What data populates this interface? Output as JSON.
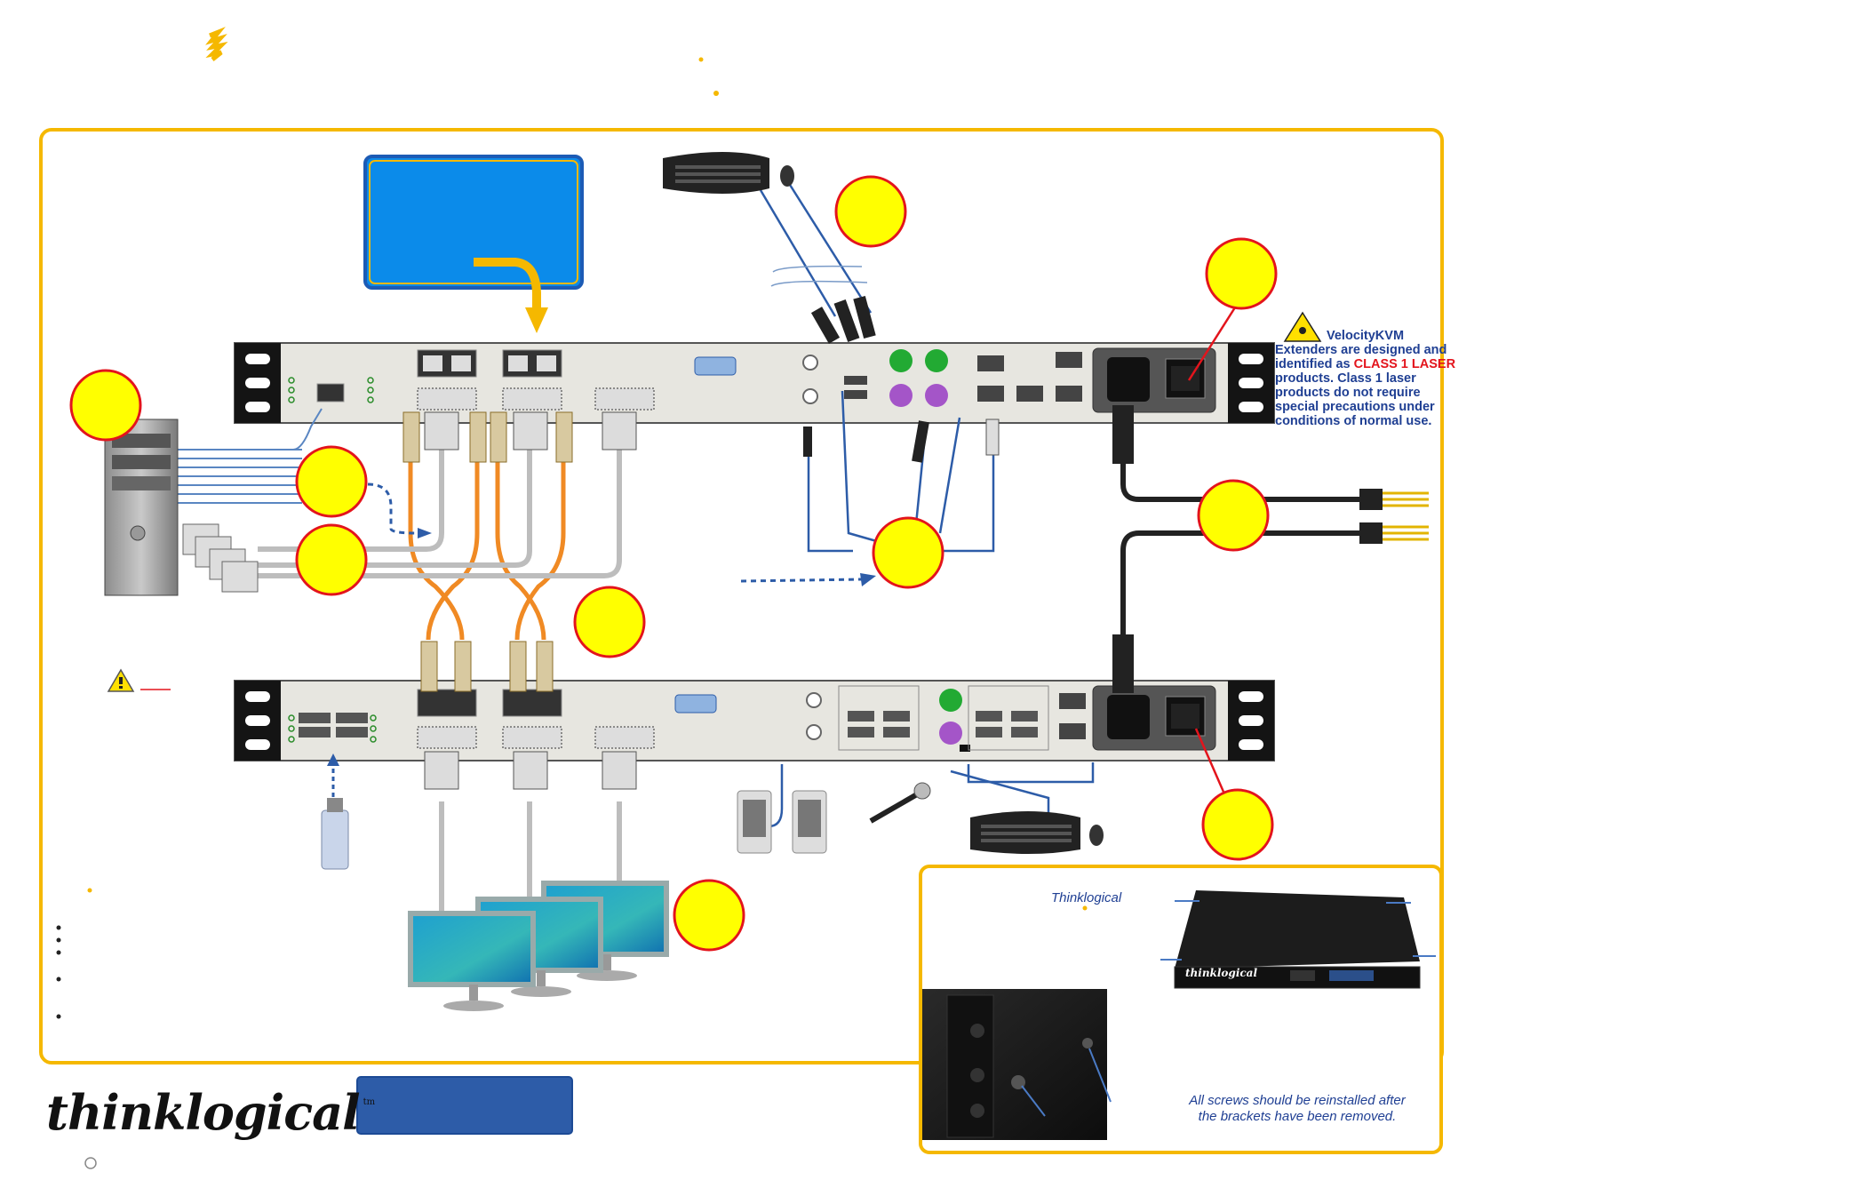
{
  "brand": {
    "logo_text": "thinklogical",
    "trademark": "tm"
  },
  "laser_notice": {
    "product": "VelocityKVM",
    "line1": "Extenders are designed and",
    "line2_prefix": "identified as",
    "line2_highlight": "CLASS 1 LASER",
    "line3": "products.  Class 1 laser",
    "line4": "products do not require",
    "line5": "special precautions under",
    "line6": "conditions of normal use."
  },
  "inset": {
    "brand_label": "Thinklogical",
    "device_label": "thinklogical",
    "note_line1": "All screws should be reinstalled after",
    "note_line2": "the brackets have been removed."
  },
  "colors": {
    "frame": "#f5b800",
    "callout": "#ffff00",
    "callout_border": "#e3141c",
    "fiber": "#f08a24",
    "usb_cable": "#3a6aa8",
    "blue_box": "#0b8bea",
    "logo_box": "#2d5ca8",
    "panel": "#e7e6e0"
  },
  "icons": [
    "keyboard-icon",
    "mouse-icon",
    "computer-tower-icon",
    "usb-drive-icon",
    "speaker-icon",
    "microphone-icon",
    "monitor-icon",
    "warning-icon",
    "laser-warning-icon",
    "power-plug-icon"
  ]
}
